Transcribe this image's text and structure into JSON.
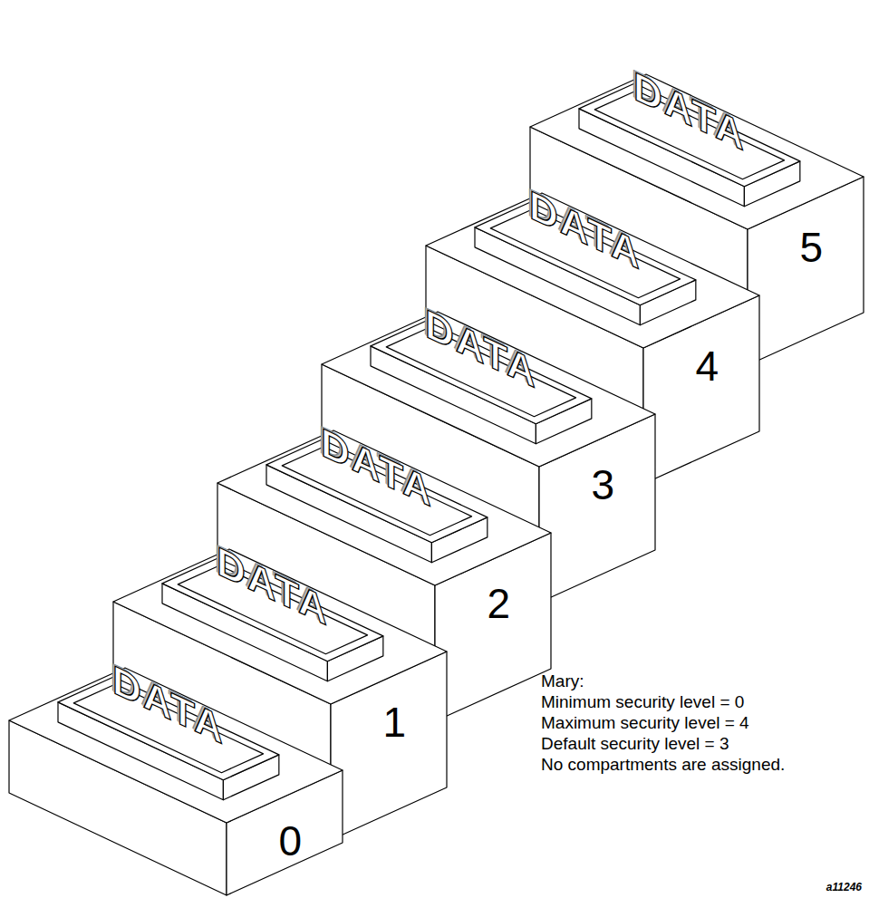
{
  "diagram": {
    "nodes": [
      {
        "text": [
          "0"
        ]
      },
      {
        "text": [
          "1"
        ]
      },
      {
        "text": [
          "2"
        ]
      },
      {
        "text": [
          "3"
        ]
      },
      {
        "text": [
          "4"
        ]
      },
      {
        "text": [
          "5"
        ]
      },
      {
        "text": [
          "DATA"
        ]
      },
      {
        "text": [
          "DATA"
        ]
      },
      {
        "text": [
          "DATA"
        ]
      },
      {
        "text": [
          "DATA"
        ]
      },
      {
        "text": [
          "DATA"
        ]
      },
      {
        "text": [
          "DATA"
        ]
      }
    ],
    "labels": [
      "Mary:",
      "Minimum security level = 0",
      "Maximum security level = 4",
      "Default security level = 3",
      "No compartments are assigned.",
      "a11246"
    ]
  }
}
